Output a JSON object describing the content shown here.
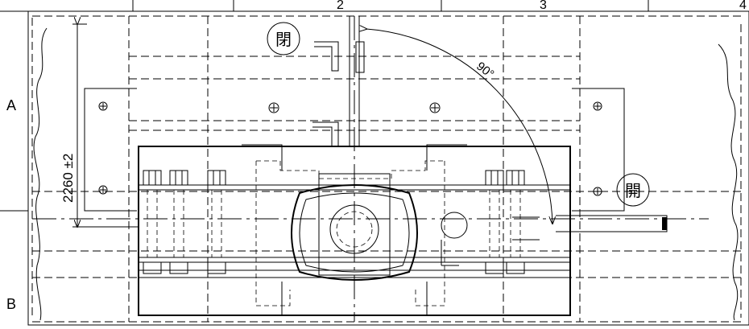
{
  "drawing": {
    "column_labels": [
      "2",
      "3",
      "4"
    ],
    "row_labels": [
      "A",
      "B"
    ],
    "dimension_text": "2260 ±2",
    "angle_text": "90°",
    "close_label": "閉",
    "open_label": "開"
  },
  "colors": {
    "line": "#000000",
    "background": "#ffffff"
  }
}
